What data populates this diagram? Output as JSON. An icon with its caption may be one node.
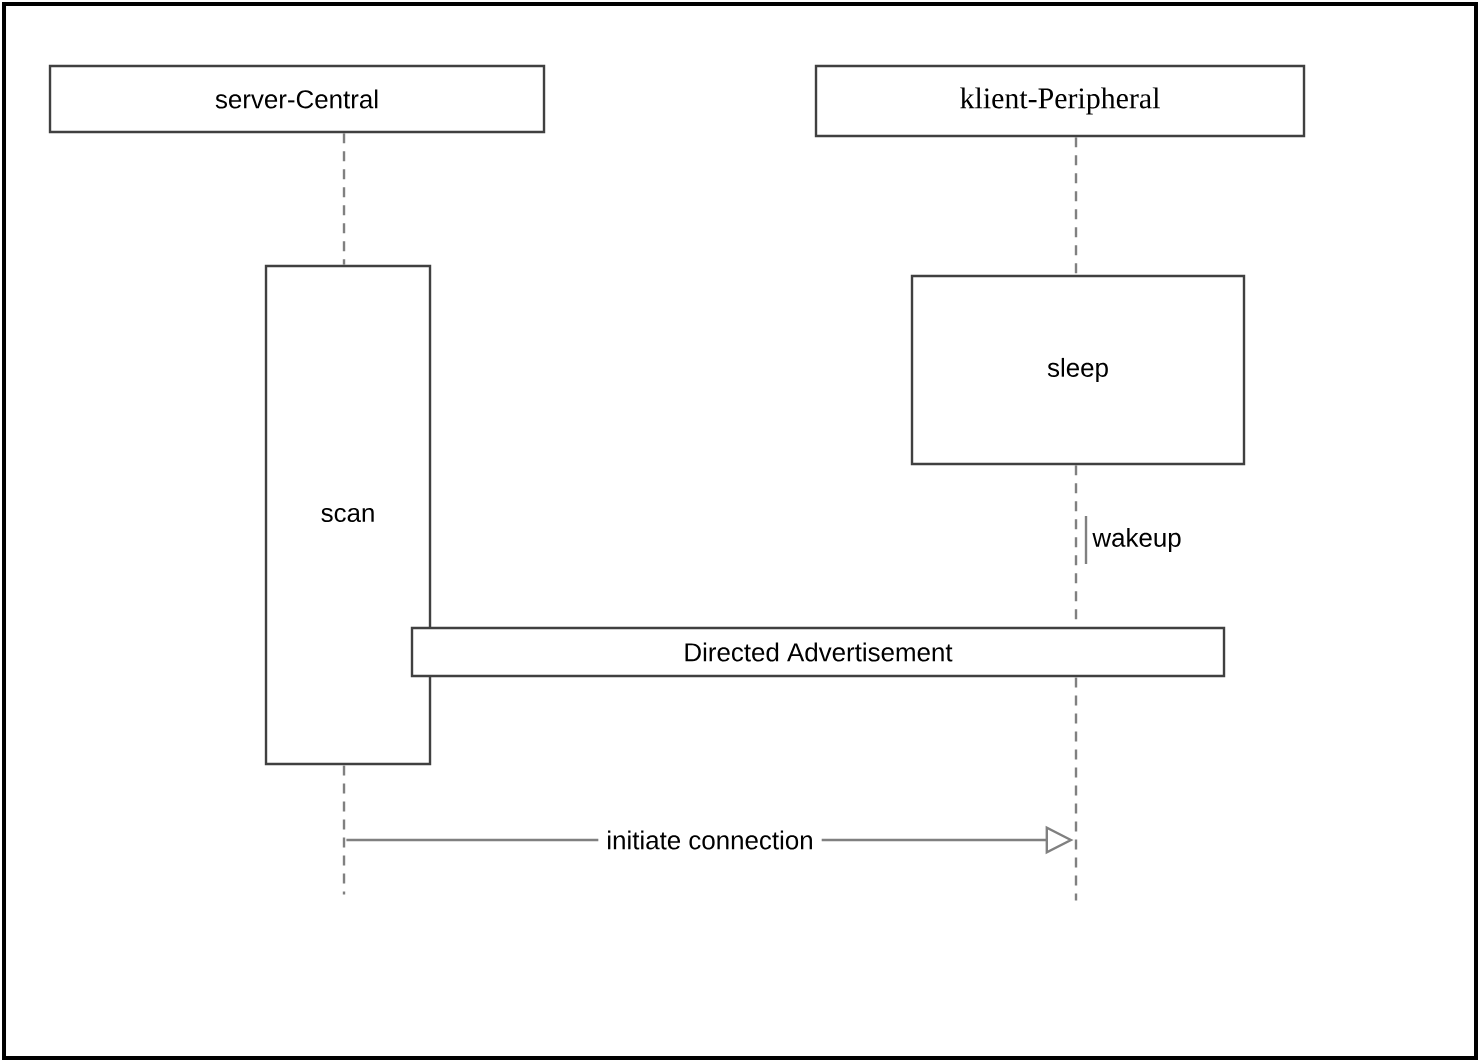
{
  "diagram": {
    "nodes": [
      {
        "text": [
          "server-Central"
        ]
      },
      {
        "text": [
          "klient-Peripheral"
        ]
      },
      {
        "text": [
          "scan"
        ]
      },
      {
        "text": [
          "sleep"
        ]
      },
      {
        "text": [
          "Directed Advertisement"
        ]
      },
      {
        "text": [],
        "shape": "line"
      },
      {
        "text": [],
        "shape": "line"
      }
    ],
    "edges": [
      {
        "from": 0,
        "to": 2,
        "arrow": "none",
        "style": "dashed"
      },
      {
        "from": 1,
        "to": 3,
        "arrow": "none",
        "style": "dashed"
      },
      {
        "from": 3,
        "to": 4,
        "arrow": "none",
        "style": "dashed"
      },
      {
        "from": 5,
        "to": 6,
        "arrow": "to",
        "label": "initiate connection"
      }
    ],
    "labels": [
      "wakeup"
    ]
  }
}
